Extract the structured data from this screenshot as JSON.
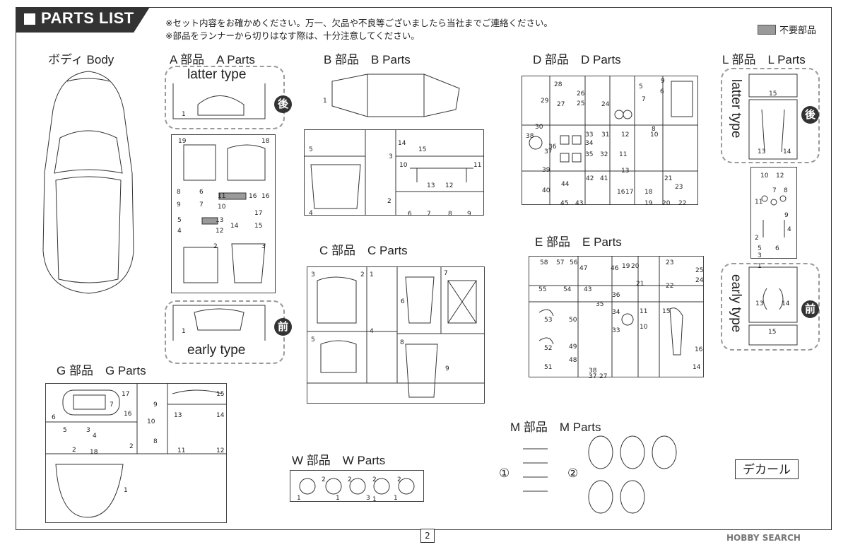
{
  "header": {
    "title": "PARTS LIST",
    "note1": "※セット内容をお確かめください。万一、欠品や不良等ございましたら当社までご連絡ください。",
    "note2": "※部品をランナーから切りはなす際は、十分注意してください。",
    "legend": "不要部品",
    "legend_color": "#9a9a9a"
  },
  "body": {
    "label": "ボディ Body"
  },
  "a": {
    "label": "A 部品　A Parts",
    "latter": "latter type",
    "early": "early type",
    "badge_rear": "後",
    "badge_front": "前",
    "nums": [
      "1",
      "19",
      "18",
      "8",
      "6",
      "11",
      "16",
      "16",
      "9",
      "7",
      "10",
      "17",
      "5",
      "13",
      "14",
      "15",
      "4",
      "12",
      "2",
      "3",
      "1"
    ]
  },
  "b": {
    "label": "B 部品　B Parts",
    "nums": [
      "1",
      "5",
      "3",
      "14",
      "15",
      "4",
      "2",
      "10",
      "13",
      "12",
      "11",
      "6",
      "7",
      "8",
      "9"
    ]
  },
  "c": {
    "label": "C 部品　C Parts",
    "nums": [
      "3",
      "2",
      "1",
      "6",
      "7",
      "4",
      "5",
      "8",
      "9"
    ]
  },
  "d": {
    "label": "D 部品　D Parts",
    "nums": [
      "29",
      "30",
      "28",
      "27",
      "26",
      "25",
      "24",
      "9",
      "5",
      "6",
      "7",
      "8",
      "38",
      "36",
      "37",
      "39",
      "40",
      "33",
      "34",
      "35",
      "31",
      "32",
      "12",
      "13",
      "11",
      "10",
      "44",
      "45",
      "43",
      "42",
      "41",
      "16",
      "17",
      "18",
      "19",
      "21",
      "20",
      "23",
      "22"
    ]
  },
  "e": {
    "label": "E 部品　E Parts",
    "nums": [
      "58",
      "57",
      "56",
      "47",
      "46",
      "19",
      "20",
      "21",
      "23",
      "25",
      "24",
      "22",
      "55",
      "54",
      "43",
      "36",
      "53",
      "50",
      "35",
      "34",
      "33",
      "52",
      "49",
      "51",
      "48",
      "38",
      "37",
      "27",
      "11",
      "10",
      "15",
      "16",
      "14"
    ]
  },
  "g": {
    "label": "G 部品　G Parts",
    "nums": [
      "17",
      "7",
      "16",
      "6",
      "9",
      "10",
      "8",
      "15",
      "13",
      "14",
      "5",
      "3",
      "4",
      "2",
      "18",
      "2",
      "11",
      "12",
      "1"
    ]
  },
  "l": {
    "label": "L 部品　L Parts",
    "latter": "latter type",
    "early": "early type",
    "badge_rear": "後",
    "badge_front": "前",
    "nums": [
      "15",
      "13",
      "14",
      "10",
      "12",
      "8",
      "7",
      "11",
      "9",
      "4",
      "2",
      "5",
      "6",
      "3",
      "1",
      "13",
      "14",
      "15"
    ]
  },
  "w": {
    "label": "W 部品　W Parts",
    "nums": [
      "2",
      "2",
      "2",
      "2",
      "1",
      "1",
      "3",
      "1",
      "1"
    ]
  },
  "m": {
    "label": "M 部品　M Parts",
    "n1": "①",
    "n2": "②"
  },
  "decal": "デカール",
  "page": "2",
  "watermark": "HOBBY SEARCH"
}
